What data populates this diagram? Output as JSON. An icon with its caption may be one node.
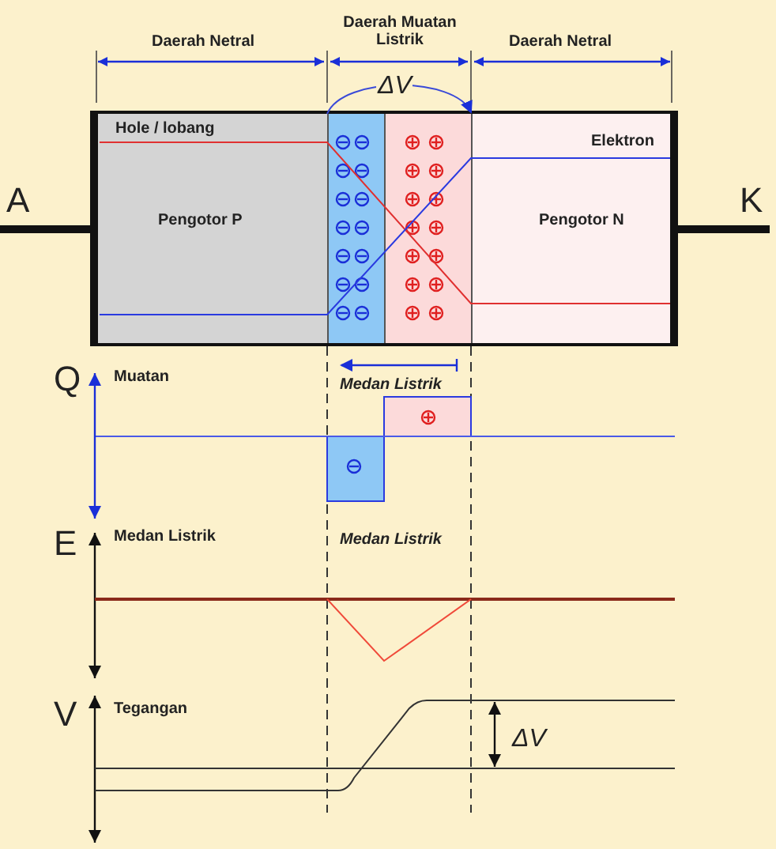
{
  "diagram": {
    "nodes": [
      {
        "text": [
          "Hole / lobang",
          "Pengotor P"
        ]
      },
      {
        "text": [],
        "shape": "box"
      },
      {
        "text": [],
        "shape": "box"
      },
      {
        "text": [
          "Elektron",
          "Pengotor N"
        ]
      }
    ],
    "edges": [
      {
        "from": 1,
        "to": 2,
        "arrow": "to",
        "label": "ΔV"
      }
    ],
    "labels": [
      "Daerah Netral",
      "Daerah Muatan Listrik",
      "Daerah Netral",
      "A",
      "K",
      "Q",
      "Muatan",
      "Medan Listrik",
      "E",
      "Medan Listrik",
      "Medan Listrik",
      "V",
      "Tegangan",
      "ΔV"
    ]
  }
}
